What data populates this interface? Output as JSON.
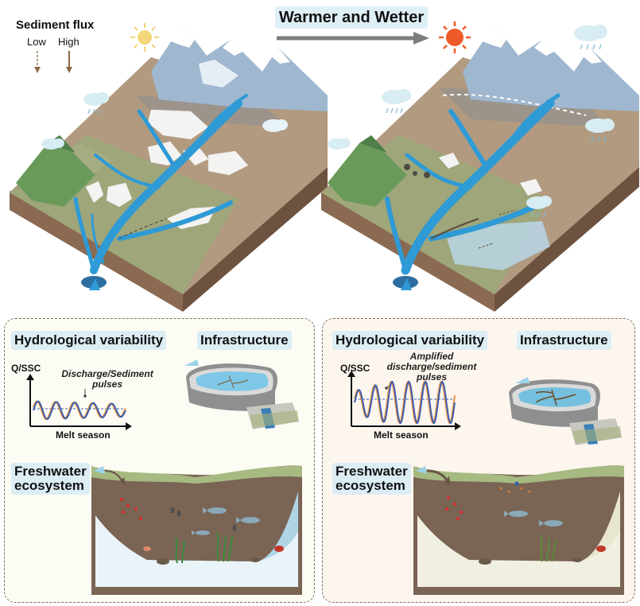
{
  "title": "Warmer and Wetter",
  "legend": {
    "title": "Sediment flux",
    "low": "Low",
    "high": "High"
  },
  "left_panel": {
    "hydro_title": "Hydrological variability",
    "infra_title": "Infrastructure",
    "eco_title_line1": "Freshwater",
    "eco_title_line2": "ecosystem",
    "y_axis": "Q/SSC",
    "x_axis": "Melt season",
    "annotation_line1": "Discharge/Sediment",
    "annotation_line2": "pulses"
  },
  "right_panel": {
    "hydro_title": "Hydrological variability",
    "infra_title": "Infrastructure",
    "eco_title_line1": "Freshwater",
    "eco_title_line2": "ecosystem",
    "y_axis": "Q/SSC",
    "x_axis": "Melt season",
    "annotation_line1": "Amplified",
    "annotation_line2": "discharge/sediment",
    "annotation_line3": "pulses"
  },
  "colors": {
    "discharge_line": "#3a5fb0",
    "sediment_line": "#f0913a",
    "river": "#2e9ad6",
    "sun_cool": "#f4d77a",
    "sun_warm": "#ef5a2a",
    "panel_left_bg": "#fdfcf4",
    "panel_right_bg": "#fdf6ef"
  },
  "icons": [
    "sun-icon",
    "rain-cloud-icon",
    "arrow-right-icon",
    "fish-icon",
    "plant-icon",
    "crab-icon",
    "reservoir-icon"
  ]
}
